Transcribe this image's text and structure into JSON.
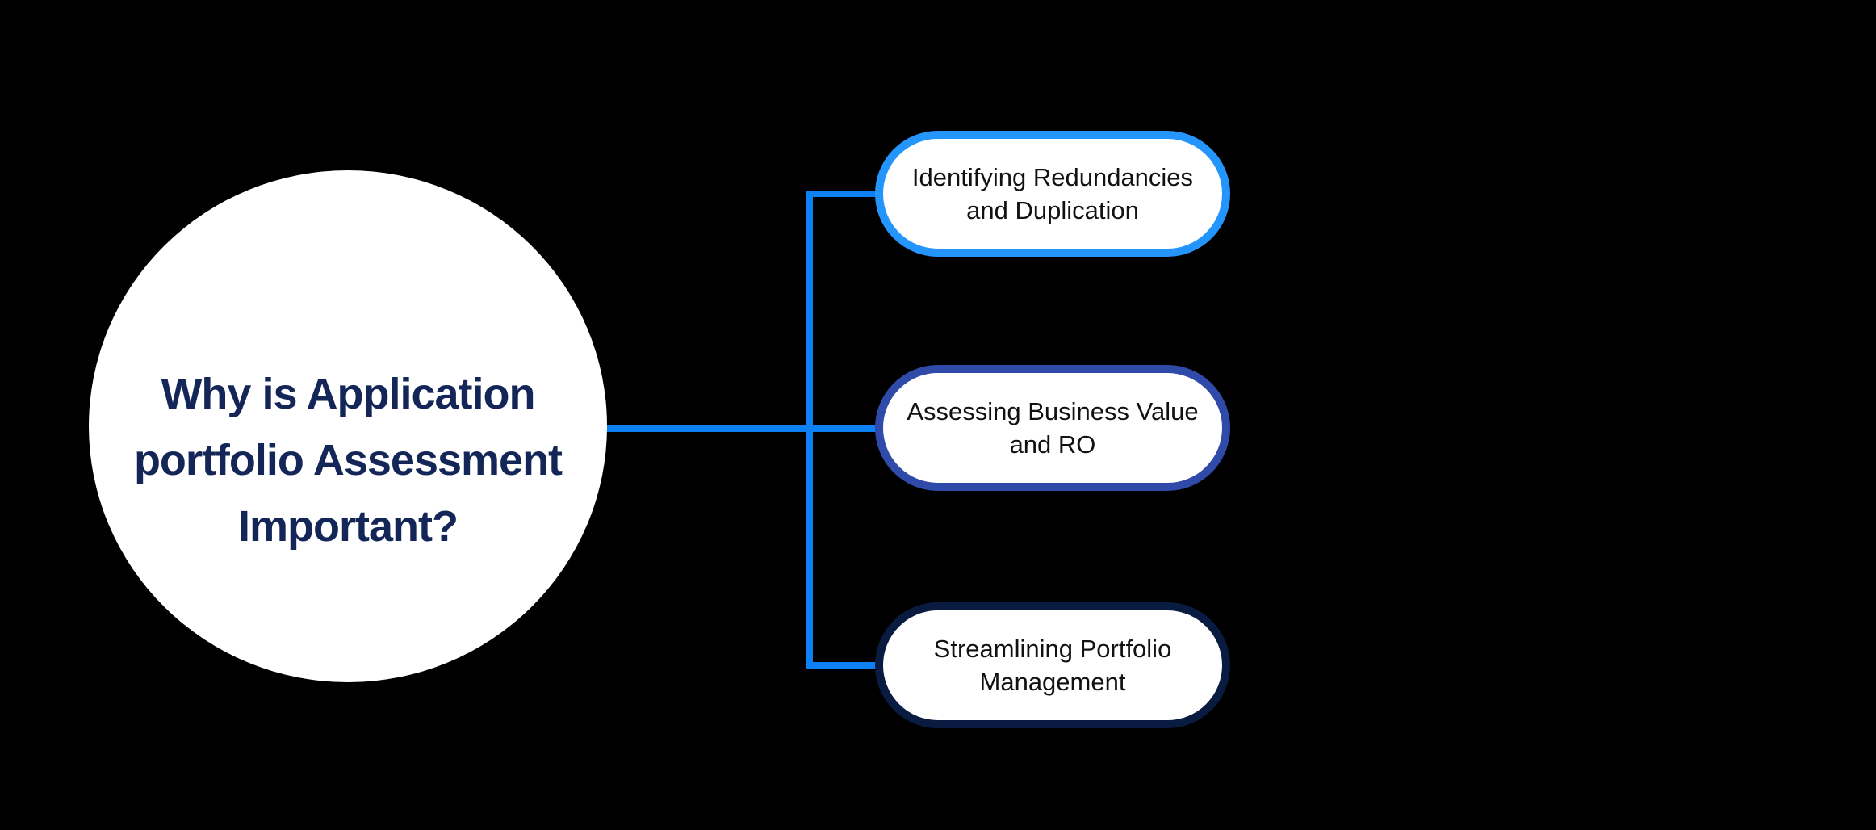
{
  "diagram": {
    "type": "mindmap",
    "background_color": "#000000",
    "connector_color": "#0D80F4",
    "center_node": {
      "label": "Why is Application portfolio Assessment Important?",
      "lines": [
        "Why is Application",
        "portfolio Assessment",
        "Important?"
      ],
      "fill_color": "#FFFFFF",
      "text_color": "#132657"
    },
    "branch_nodes": [
      {
        "label": "Identifying Redundancies and Duplication",
        "lines": [
          "Identifying Redundancies",
          "and Duplication"
        ],
        "border_color": "#2595FE",
        "fill_color": "#FFFFFF",
        "text_color": "#111111"
      },
      {
        "label": "Assessing Business Value and RO",
        "lines": [
          "Assessing Business Value",
          "and RO"
        ],
        "border_color": "#2F4AA8",
        "fill_color": "#FFFFFF",
        "text_color": "#111111"
      },
      {
        "label": "Streamlining Portfolio Management",
        "lines": [
          "Streamlining Portfolio",
          "Management"
        ],
        "border_color": "#0A1B42",
        "fill_color": "#FFFFFF",
        "text_color": "#111111"
      }
    ]
  }
}
